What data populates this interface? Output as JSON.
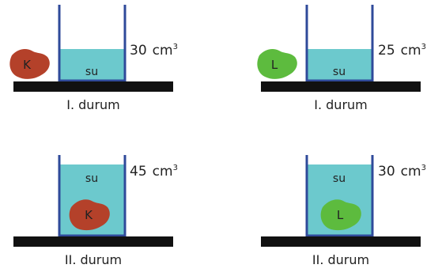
{
  "water_label": "su",
  "unit": "cm",
  "unit_exponent": "3",
  "colors": {
    "water": "#6cc9cd",
    "glass": "#2f4a9a",
    "shelf": "#111111",
    "rock_K": "#b4412a",
    "rock_L": "#5dbb3e"
  },
  "panels": [
    {
      "state_label": "I. durum",
      "volume_value": "30",
      "rock_letter": "K"
    },
    {
      "state_label": "I. durum",
      "volume_value": "25",
      "rock_letter": "L"
    },
    {
      "state_label": "II. durum",
      "volume_value": "45",
      "rock_letter": "K"
    },
    {
      "state_label": "II. durum",
      "volume_value": "30",
      "rock_letter": "L"
    }
  ]
}
